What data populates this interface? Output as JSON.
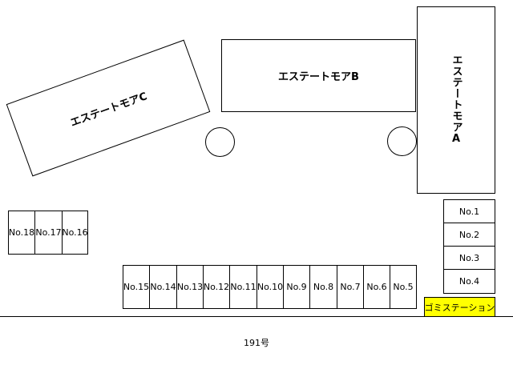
{
  "buildings": {
    "a": "エステートモアA",
    "b": "エステートモアB",
    "c": "エステートモアC"
  },
  "parking_right": [
    "No.1",
    "No.2",
    "No.3",
    "No.4"
  ],
  "parking_bottom": [
    "No.15",
    "No.14",
    "No.13",
    "No.12",
    "No.11",
    "No.10",
    "No.9",
    "No.8",
    "No.7",
    "No.6",
    "No.5"
  ],
  "parking_left": [
    "No.18",
    "No.17",
    "No.16"
  ],
  "garbage_station": "ゴミステーション",
  "road": "191号",
  "colors": {
    "garbage_station": "#ffff00"
  }
}
